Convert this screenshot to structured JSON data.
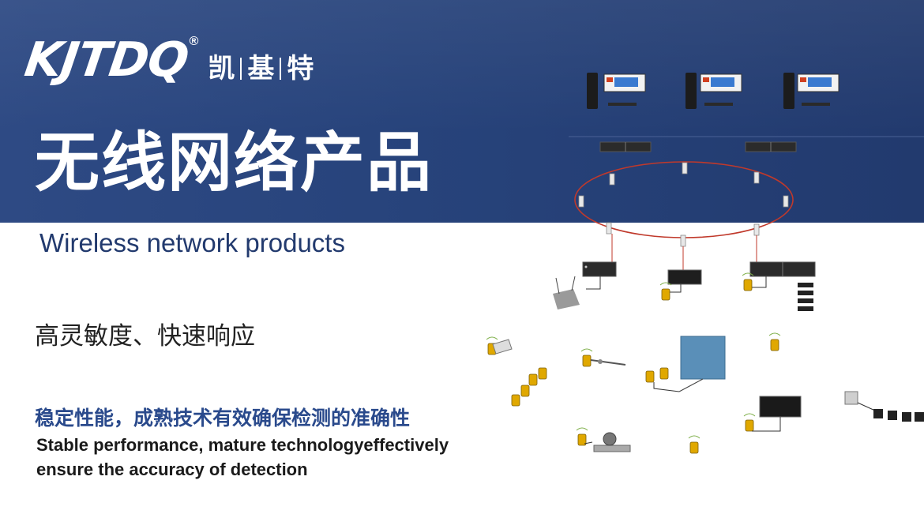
{
  "brand": {
    "logo_latin": "KJTDQ",
    "registered": "®",
    "logo_chinese": [
      "凯",
      "基",
      "特"
    ]
  },
  "hero": {
    "title_cn": "无线网络产品",
    "title_en": "Wireless network products"
  },
  "features": {
    "sensitivity_cn": "高灵敏度、快速响应",
    "stability_cn": "稳定性能，成熟技术有效确保检测的准确性",
    "stability_en": "Stable performance, mature technologyeffectively ensure the accuracy of detection"
  },
  "colors": {
    "banner": "#27437b",
    "accent_text": "#2a4a8c",
    "ring": "#c0392b",
    "sensor": "#e0a800"
  }
}
